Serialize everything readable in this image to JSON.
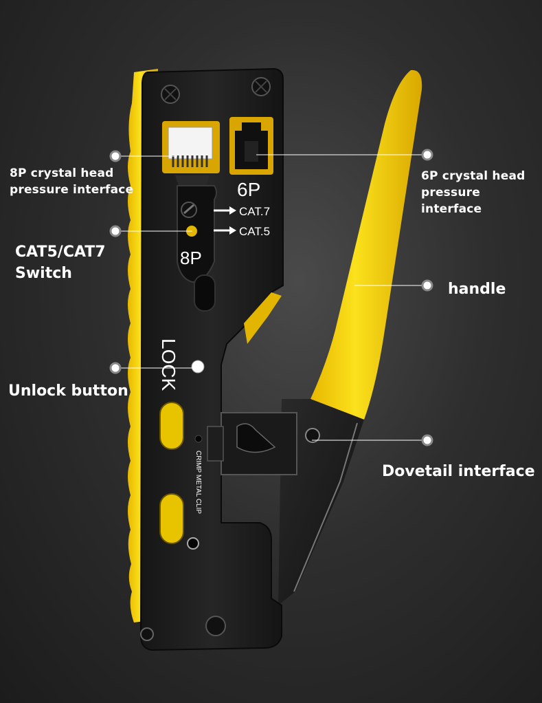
{
  "callouts": {
    "eight_p_interface": "8P crystal head\npressure interface",
    "six_p_interface": "6P crystal head\npressure interface",
    "cat_switch": "CAT5/CAT7\nSwitch",
    "handle": "handle",
    "unlock_button": "Unlock button",
    "dovetail_interface": "Dovetail interface"
  },
  "tool_markings": {
    "six_p": "6P",
    "eight_p": "8P",
    "cat7": "CAT.7",
    "cat5": "CAT.5",
    "lock": "LOCK",
    "crimp_metal_clip": "CRIMP METAL CLIP"
  },
  "colors": {
    "handle_yellow": "#f5d30c",
    "body_black": "#1e1e1e",
    "background": "#333333"
  }
}
